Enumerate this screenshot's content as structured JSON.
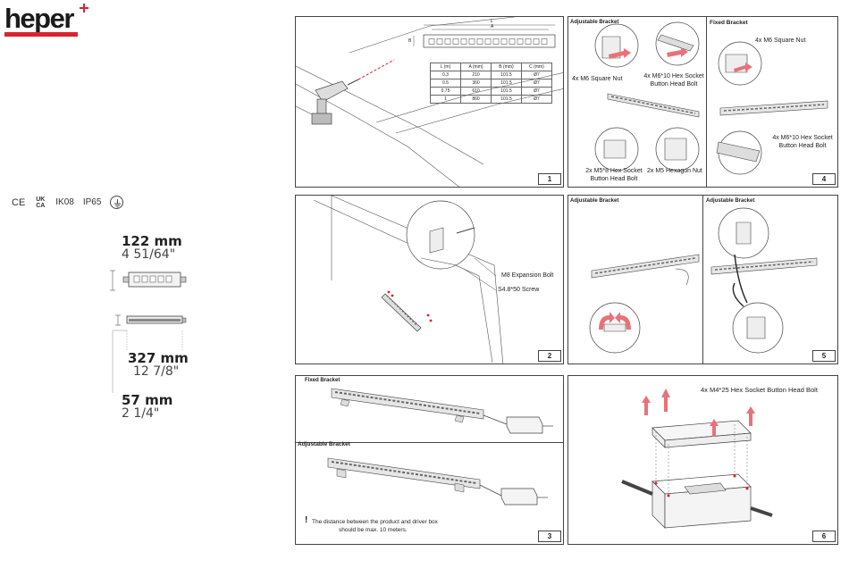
{
  "brand": {
    "name": "heper"
  },
  "certifications": [
    "CE",
    "UK CA",
    "IK08",
    "IP65"
  ],
  "dimensions": {
    "length": {
      "mm": "122 mm",
      "inch": "4 51/64\""
    },
    "width": {
      "mm": "327 mm",
      "inch": "12 7/8\""
    },
    "height": {
      "mm": "57 mm",
      "inch": "2 1/4\""
    }
  },
  "panel1": {
    "number": "1",
    "dim_labels": {
      "l": "L",
      "a": "A",
      "b": "B"
    },
    "table": {
      "headers": [
        "L (m)",
        "A (mm)",
        "B (mm)",
        "C (mm)"
      ],
      "rows": [
        [
          "0.3",
          "210",
          "101.5",
          "Ø7"
        ],
        [
          "0.5",
          "360",
          "101.5",
          "Ø7"
        ],
        [
          "0.75",
          "610",
          "101.5",
          "Ø7"
        ],
        [
          "1",
          "860",
          "101.5",
          "Ø7"
        ]
      ]
    }
  },
  "panel2": {
    "number": "2",
    "callouts": [
      "M8 Expansion Bolt",
      "S4.8*50 Screw"
    ]
  },
  "panel3": {
    "number": "3",
    "fixed_title": "Fixed Bracket",
    "adjustable_title": "Adjustable Bracket",
    "warning_icon": "!",
    "note_line1": "The distance between the product and driver box",
    "note_line2": "should be max. 10 meters."
  },
  "panel4": {
    "number": "4",
    "adjustable_title": "Adjustable Bracket",
    "fixed_title": "Fixed Bracket",
    "adj_nut": "4x M6 Square Nut",
    "adj_bolt_1": "4x M6*10 Hex Socket",
    "adj_bolt_2": "Button Head Bolt",
    "adj_m5_1": "2x M5*8 Hex Socket",
    "adj_m5_2": "Button Head Bolt",
    "adj_m5_nut": "2x M5 Hexagon Nut",
    "fixed_nut": "4x M6 Square Nut",
    "fixed_bolt_1": "4x M6*10 Hex Socket",
    "fixed_bolt_2": "Button Head Bolt"
  },
  "panel5": {
    "number": "5",
    "left_title": "Adjustable Bracket",
    "right_title": "Adjustable Bracket"
  },
  "panel6": {
    "number": "6",
    "callout": "4x M4*25 Hex Socket Button Head Bolt"
  },
  "colors": {
    "brand_red": "#d9232d",
    "arrow_red": "#e8727a",
    "line": "#444444"
  }
}
